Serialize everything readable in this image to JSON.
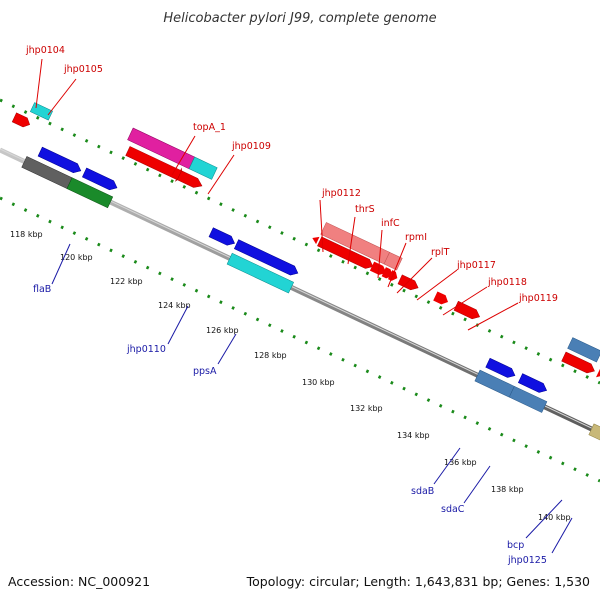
{
  "title": "Helicobacter pylori J99, complete genome",
  "footer": {
    "accession": "Accession: NC_000921",
    "summary": "Topology: circular; Length: 1,643,831 bp; Genes: 1,530"
  },
  "colors": {
    "backbone": "#8c8c8c",
    "tick_green": "#1a8a1a",
    "red_gene": "#ee0000",
    "blue_gene": "#1010e0",
    "cyan_gene": "#22d4d4",
    "magenta_gene": "#e020a0",
    "pink_gene": "#f08080",
    "steel_gene": "#4a7fb5",
    "grey_gene": "#606060",
    "green_gene": "#1a8a2a",
    "khaki_gene": "#c8b878",
    "red_label": "#cc0000",
    "blue_label": "#1a1aa6"
  },
  "scale_labels": [
    "118 kbp",
    "120 kbp",
    "122 kbp",
    "124 kbp",
    "126 kbp",
    "128 kbp",
    "130 kbp",
    "132 kbp",
    "134 kbp",
    "136 kbp",
    "138 kbp",
    "140 kbp"
  ],
  "upper_labels": [
    "jhp0104",
    "jhp0105",
    "topA_1",
    "jhp0109",
    "jhp0112",
    "thrS",
    "infC",
    "rpmI",
    "rplT",
    "jhp0117",
    "jhp0118",
    "jhp0119"
  ],
  "lower_labels": [
    "flaB",
    "jhp0110",
    "ppsA",
    "sdaB",
    "sdaC",
    "bcp",
    "jhp0125"
  ]
}
